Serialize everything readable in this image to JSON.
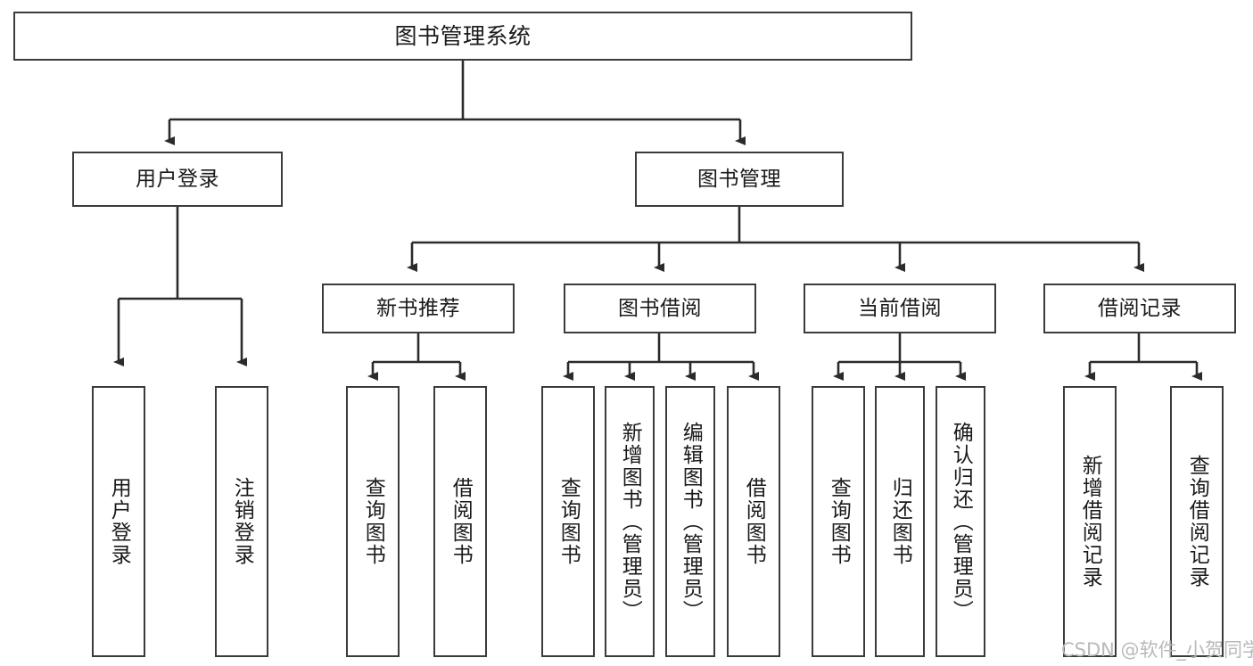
{
  "diagram": {
    "title": "图书管理系统",
    "type": "tree-hierarchy-chart",
    "stroke_color": "#3b3b3b",
    "background_color": "#ffffff",
    "text_color": "#1a1a1a",
    "levels": {
      "root": "图书管理系统",
      "level2": [
        "用户登录",
        "图书管理"
      ],
      "level3": [
        "新书推荐",
        "图书借阅",
        "当前借阅",
        "借阅记录"
      ],
      "leaves": [
        "用户登录",
        "注销登录",
        "查询图书",
        "借阅图书",
        "查询图书",
        "新增图书（管理员）",
        "编辑图书（管理员）",
        "借阅图书",
        "查询图书",
        "归还图书",
        "确认归还（管理员）",
        "新增借阅记录",
        "查询借阅记录"
      ]
    }
  },
  "root": {
    "label": "图书管理系统"
  },
  "level2": [
    {
      "label": "用户登录"
    },
    {
      "label": "图书管理"
    }
  ],
  "level3": [
    {
      "label": "新书推荐"
    },
    {
      "label": "图书借阅"
    },
    {
      "label": "当前借阅"
    },
    {
      "label": "借阅记录"
    }
  ],
  "leaves": [
    {
      "label": "用户登录",
      "parent": "用户登录"
    },
    {
      "label": "注销登录",
      "parent": "用户登录"
    },
    {
      "label": "查询图书",
      "parent": "新书推荐"
    },
    {
      "label": "借阅图书",
      "parent": "新书推荐"
    },
    {
      "label": "查询图书",
      "parent": "图书借阅"
    },
    {
      "label": "新增图书（管理员）",
      "parent": "图书借阅"
    },
    {
      "label": "编辑图书（管理员）",
      "parent": "图书借阅"
    },
    {
      "label": "借阅图书",
      "parent": "图书借阅"
    },
    {
      "label": "查询图书",
      "parent": "当前借阅"
    },
    {
      "label": "归还图书",
      "parent": "当前借阅"
    },
    {
      "label": "确认归还（管理员）",
      "parent": "当前借阅"
    },
    {
      "label": "新增借阅记录",
      "parent": "借阅记录"
    },
    {
      "label": "查询借阅记录",
      "parent": "借阅记录"
    }
  ],
  "watermark": {
    "text": "CSDN @软件_小贺同学"
  }
}
